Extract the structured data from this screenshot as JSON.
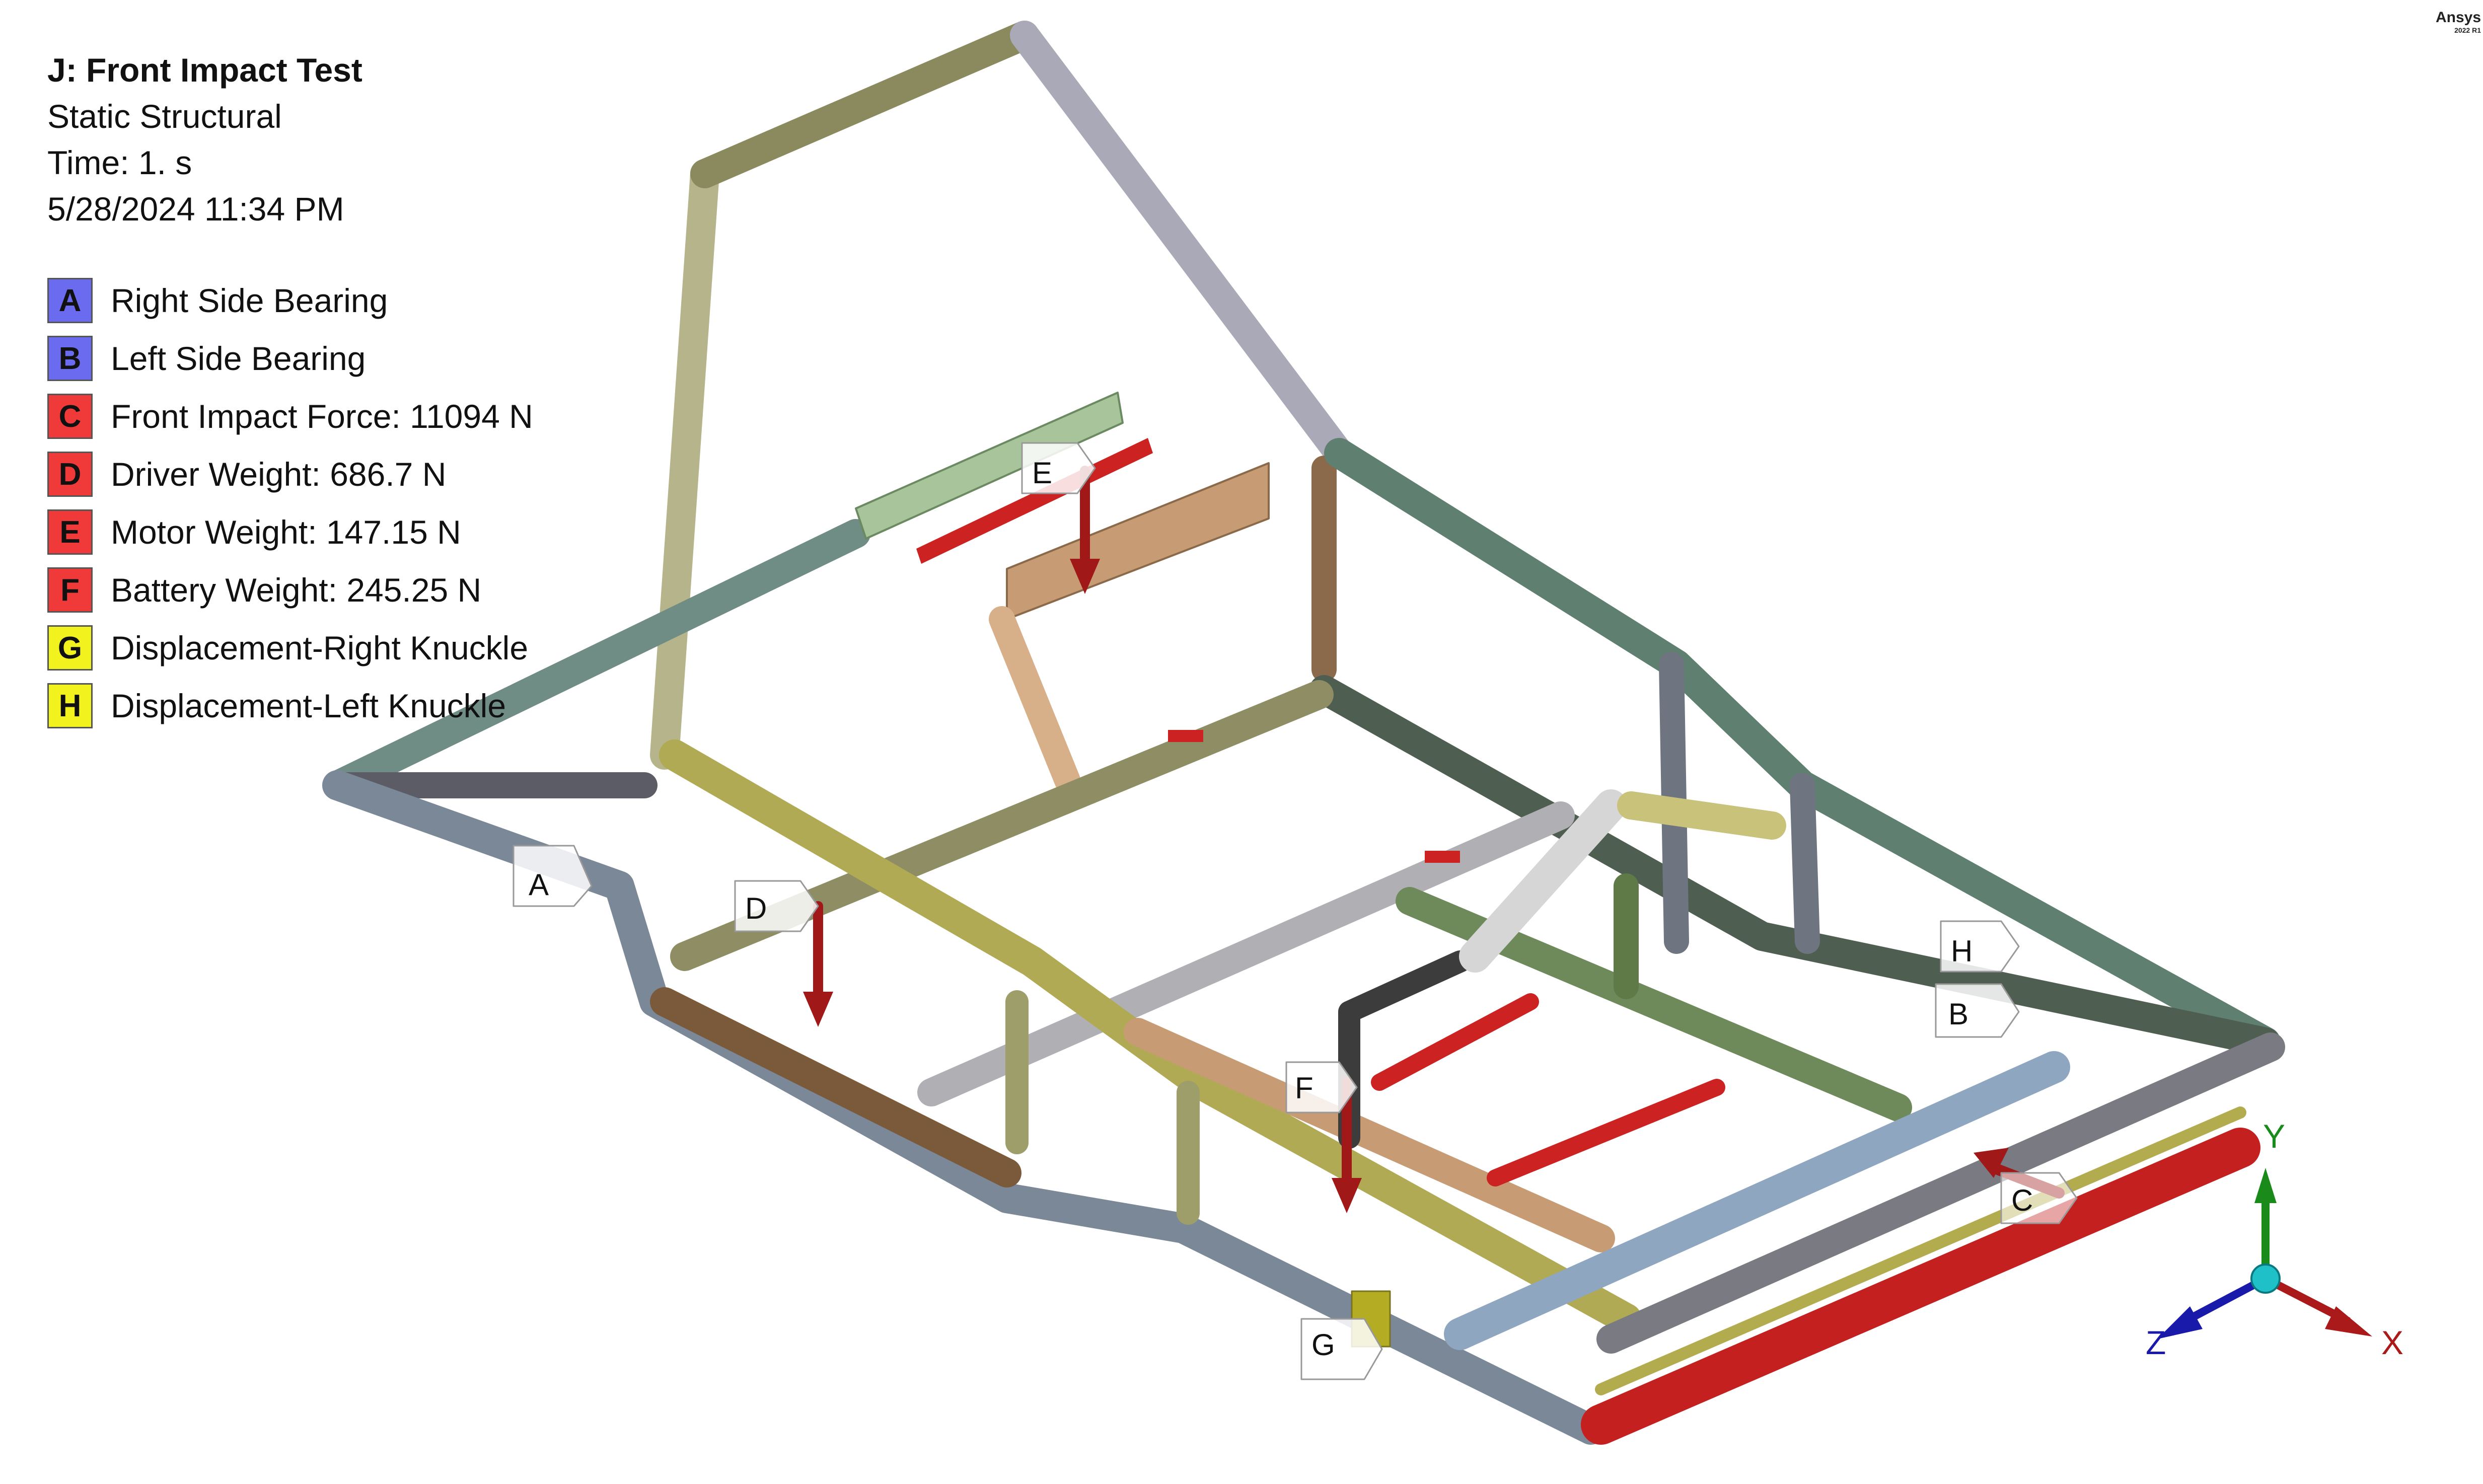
{
  "header": {
    "title": "J: Front Impact Test",
    "analysis_type": "Static Structural",
    "time": "Time: 1. s",
    "date": "5/28/2024 11:34 PM"
  },
  "legend": [
    {
      "letter": "A",
      "label": "Right Side Bearing",
      "color": "#6b6bf0"
    },
    {
      "letter": "B",
      "label": "Left Side Bearing",
      "color": "#6b6bf0"
    },
    {
      "letter": "C",
      "label": "Front Impact Force: 11094 N",
      "color": "#f03a3a"
    },
    {
      "letter": "D",
      "label": "Driver Weight: 686.7 N",
      "color": "#f03a3a"
    },
    {
      "letter": "E",
      "label": "Motor Weight: 147.15 N",
      "color": "#f03a3a"
    },
    {
      "letter": "F",
      "label": "Battery Weight: 245.25 N",
      "color": "#f03a3a"
    },
    {
      "letter": "G",
      "label": "Displacement-Right Knuckle",
      "color": "#f2f21e"
    },
    {
      "letter": "H",
      "label": "Displacement-Left Knuckle",
      "color": "#f2f21e"
    }
  ],
  "model_tags": [
    "A",
    "B",
    "C",
    "D",
    "E",
    "F",
    "G",
    "H"
  ],
  "triad": {
    "x_label": "X",
    "y_label": "Y",
    "z_label": "Z"
  },
  "brand": {
    "name": "Ansys",
    "version": "2022 R1"
  }
}
